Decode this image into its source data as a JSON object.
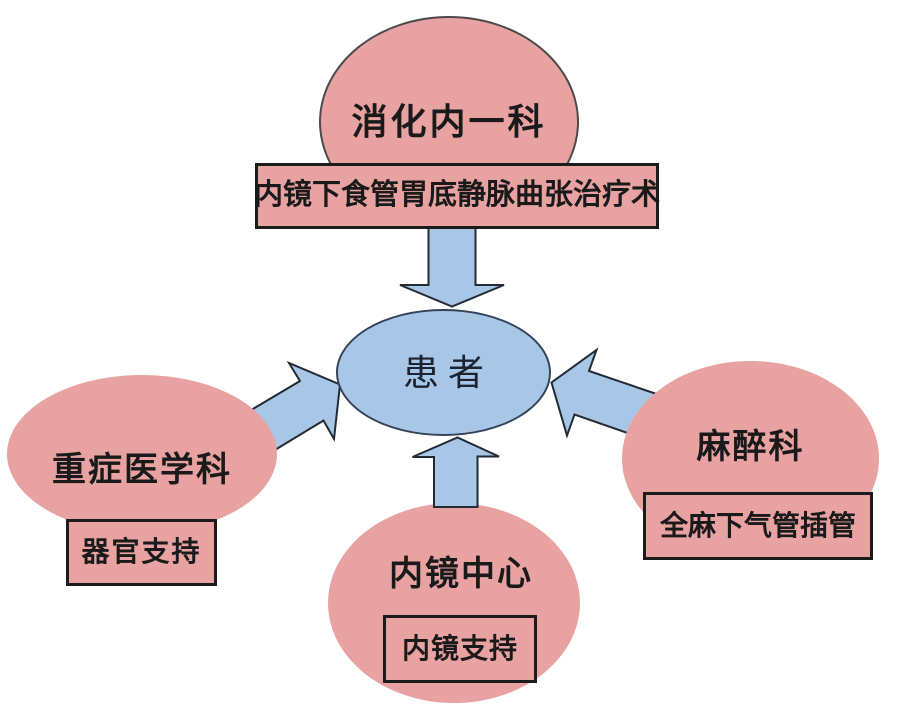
{
  "colors": {
    "pink": "#e9a2a2",
    "blue": "#a8c7e7",
    "ellipse_outline": "#4b4b4b",
    "blue_outline": "#35435a",
    "box_border": "#1c1c1c",
    "arrow_stroke": "#222a33",
    "text": "#1a1a1a"
  },
  "nodes": {
    "patient": {
      "label": "患者"
    },
    "dept_top": {
      "label": "消化内一科"
    },
    "procedure_top": {
      "label": "内镜下食管胃底静脉曲张治疗术"
    },
    "dept_left": {
      "label": "重症医学科"
    },
    "support_left": {
      "label": "器官支持"
    },
    "dept_right": {
      "label": "麻醉科"
    },
    "support_right": {
      "label": "全麻下气管插管"
    },
    "dept_bottom": {
      "label": "内镜中心"
    },
    "support_bottom": {
      "label": "内镜支持"
    }
  },
  "edges": [
    {
      "from": "dept_top",
      "to": "patient"
    },
    {
      "from": "dept_left",
      "to": "patient"
    },
    {
      "from": "dept_right",
      "to": "patient"
    },
    {
      "from": "dept_bottom",
      "to": "patient"
    }
  ]
}
